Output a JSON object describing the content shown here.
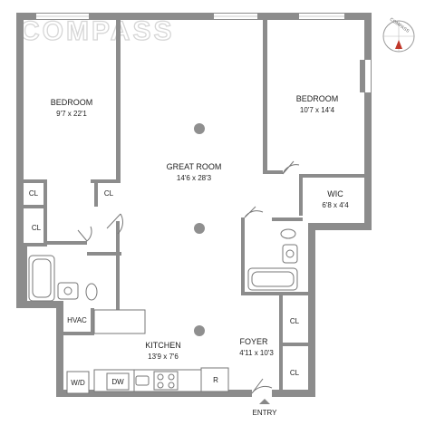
{
  "brand": {
    "logo_text": "COMPASS"
  },
  "compass": {
    "label": "COMPASS",
    "north": "N"
  },
  "rooms": {
    "bedroom_left": {
      "name": "BEDROOM",
      "dims": "9'7 x 22'1"
    },
    "bedroom_right": {
      "name": "BEDROOM",
      "dims": "10'7 x 14'4"
    },
    "great_room": {
      "name": "GREAT ROOM",
      "dims": "14'6 x 28'3"
    },
    "wic": {
      "name": "WIC",
      "dims": "6'8 x 4'4"
    },
    "kitchen": {
      "name": "KITCHEN",
      "dims": "13'9 x 7'6"
    },
    "foyer": {
      "name": "FOYER",
      "dims": "4'11 x 10'3"
    }
  },
  "closets": {
    "cl1": "CL",
    "cl2": "CL",
    "cl3": "CL",
    "cl4": "CL",
    "cl5": "CL"
  },
  "appliances": {
    "hvac": "HVAC",
    "wd": "W/D",
    "dw": "DW",
    "fridge": "R"
  },
  "entry": {
    "label": "ENTRY"
  },
  "colors": {
    "wall": "#8c8c8c",
    "line": "#777777",
    "logo_outline": "#d6d6d6"
  }
}
